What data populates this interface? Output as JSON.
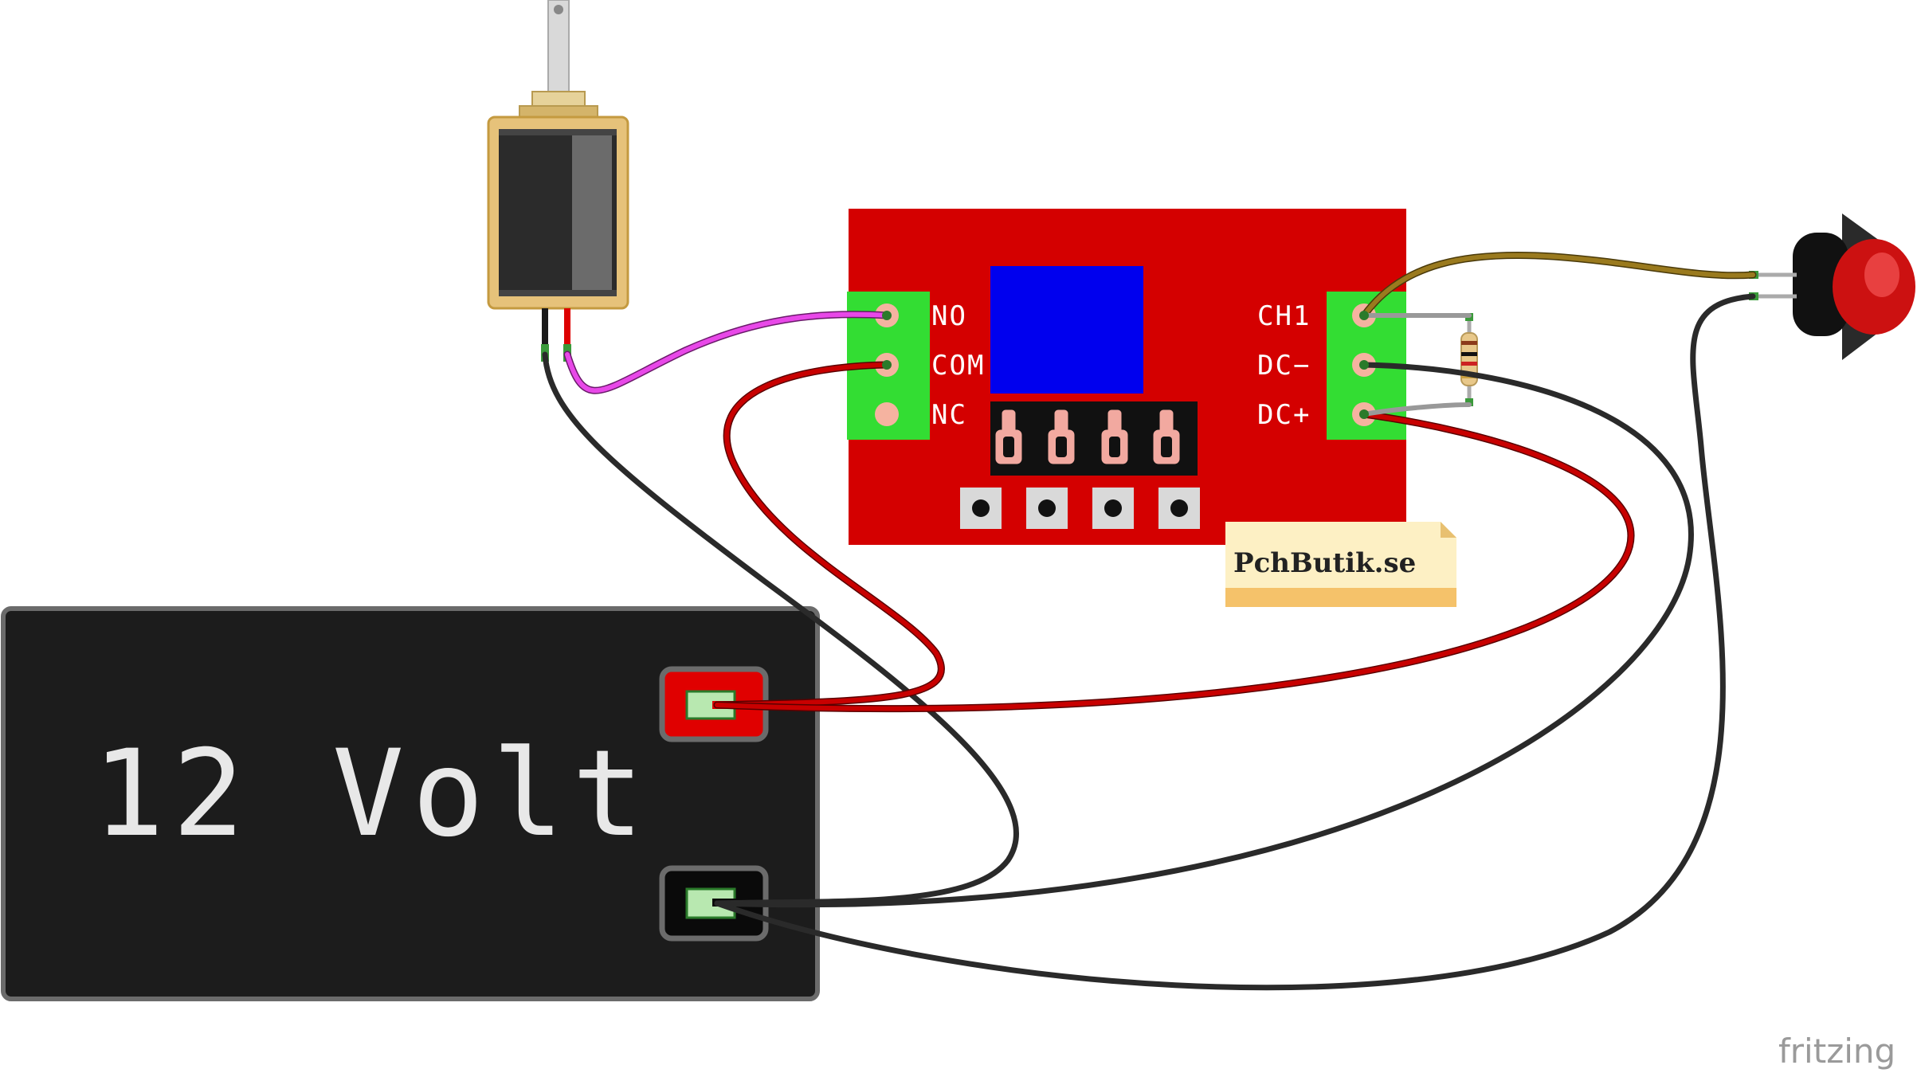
{
  "relay_module": {
    "left_pins": [
      "NO",
      "COM",
      "NC"
    ],
    "right_pins": [
      "CH1",
      "DC−",
      "DC+"
    ],
    "brand": "PchButik.se"
  },
  "battery": {
    "label": "12 Volt"
  },
  "watermark": "fritzing",
  "colors": {
    "board": "#d40000",
    "terminal": "#33dd33",
    "relay_body": "#0000ee",
    "wire_red": "#c80000",
    "wire_black": "#2a2a2a",
    "wire_pink": "#e040e0",
    "wire_brown": "#9a7a1e",
    "wire_grey": "#999999",
    "button_cap": "#cc1111"
  },
  "components": [
    "solenoid",
    "relay-module",
    "resistor",
    "push-button",
    "battery-12v"
  ]
}
